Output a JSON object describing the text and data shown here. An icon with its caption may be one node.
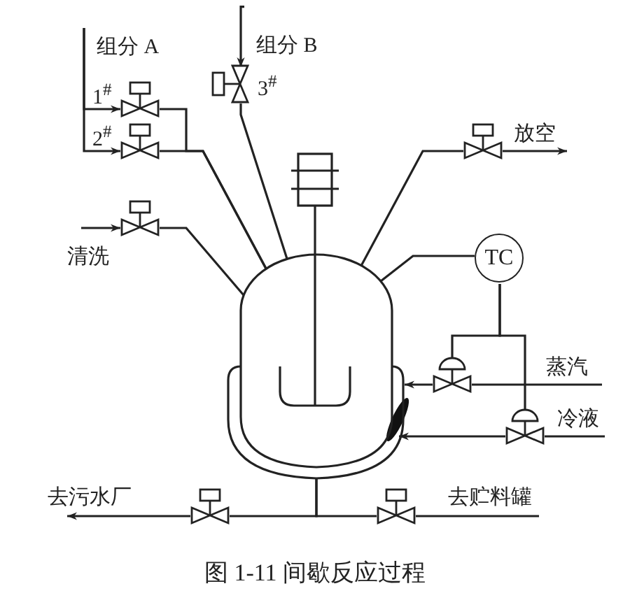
{
  "diagram": {
    "caption": "图 1-11 间歇反应过程",
    "nodes": [
      {
        "text": [
          "组分 A"
        ]
      },
      {
        "text": [],
        "shape": "valve",
        "beside": [
          "1$^{#}$"
        ]
      },
      {
        "text": [],
        "shape": "valve",
        "beside": [
          "2$^{#}$"
        ]
      },
      {
        "text": [
          "组分 B"
        ]
      },
      {
        "text": [],
        "shape": "valve",
        "beside": [
          "3$^{#}$"
        ]
      },
      {
        "text": [
          "放空"
        ]
      },
      {
        "text": [],
        "shape": "valve"
      },
      {
        "text": [
          "清洗"
        ]
      },
      {
        "text": [],
        "shape": "valve"
      },
      {
        "text": [],
        "shape": "vessel"
      },
      {
        "text": [
          "TC"
        ]
      },
      {
        "text": [],
        "shape": "valve"
      },
      {
        "text": [
          "蒸汽"
        ]
      },
      {
        "text": [],
        "shape": "valve"
      },
      {
        "text": [
          "冷液"
        ]
      },
      {
        "text": [],
        "shape": "valve"
      },
      {
        "text": [
          "去污水厂"
        ]
      },
      {
        "text": [],
        "shape": "valve"
      },
      {
        "text": [
          "去贮料罐"
        ]
      }
    ],
    "edges": [
      {
        "from": 0,
        "to": 1,
        "arrow": "to"
      },
      {
        "from": 0,
        "to": 2,
        "arrow": "to"
      },
      {
        "from": 1,
        "to": 9,
        "arrow": "none"
      },
      {
        "from": 2,
        "to": 9,
        "arrow": "none"
      },
      {
        "from": 3,
        "to": 4,
        "arrow": "to"
      },
      {
        "from": 4,
        "to": 9,
        "arrow": "none"
      },
      {
        "from": 9,
        "to": 6,
        "arrow": "none"
      },
      {
        "from": 6,
        "to": 5,
        "arrow": "to"
      },
      {
        "from": 7,
        "to": 8,
        "arrow": "to"
      },
      {
        "from": 8,
        "to": 9,
        "arrow": "none"
      },
      {
        "from": 9,
        "to": 10,
        "arrow": "none"
      },
      {
        "from": 10,
        "to": 11,
        "arrow": "none"
      },
      {
        "from": 10,
        "to": 13,
        "arrow": "none"
      },
      {
        "from": 12,
        "to": 11,
        "arrow": "none"
      },
      {
        "from": 11,
        "to": 9,
        "arrow": "to"
      },
      {
        "from": 14,
        "to": 13,
        "arrow": "none"
      },
      {
        "from": 13,
        "to": 9,
        "arrow": "to"
      },
      {
        "from": 9,
        "to": 15,
        "arrow": "none"
      },
      {
        "from": 15,
        "to": 16,
        "arrow": "to"
      },
      {
        "from": 9,
        "to": 17,
        "arrow": "none"
      },
      {
        "from": 17,
        "to": 18,
        "arrow": "none"
      }
    ]
  }
}
